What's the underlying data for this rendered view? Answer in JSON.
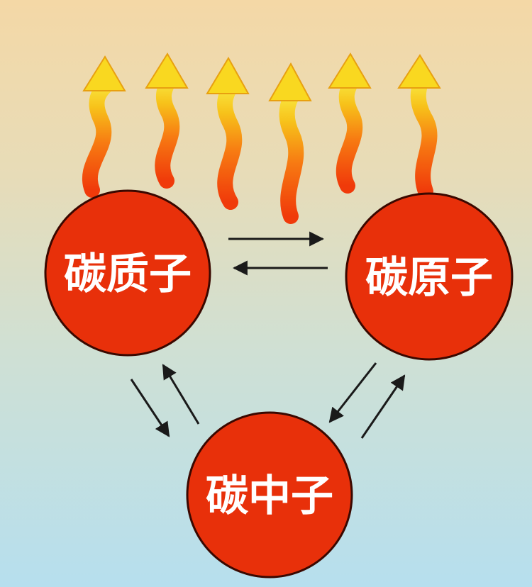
{
  "nodes": {
    "proton": {
      "label": "碳质子"
    },
    "atom": {
      "label": "碳原子"
    },
    "neutron": {
      "label": "碳中子"
    }
  },
  "colors": {
    "node_fill": "#e8300a",
    "node_stroke": "#3a0800",
    "arrow": "#1a1a1a",
    "flame_top": "#f7d31a",
    "flame_bottom": "#f03a0a",
    "background_top": "#f4d8a6",
    "background_bottom": "#b6dfee"
  },
  "icons": [
    "flame-arrow-icon"
  ]
}
